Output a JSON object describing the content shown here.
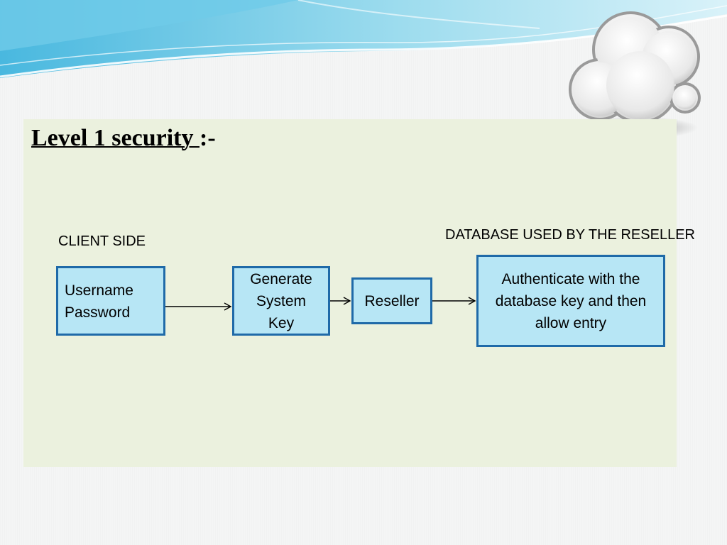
{
  "title": {
    "main": "Level 1 security ",
    "suffix": ":-"
  },
  "labels": {
    "client_side": "CLIENT SIDE",
    "database": "DATABASE USED BY THE RESELLER"
  },
  "nodes": {
    "credentials": {
      "lines": [
        "Username",
        "Password"
      ]
    },
    "generate_key": {
      "lines": [
        "Generate",
        "System",
        "Key"
      ]
    },
    "reseller": {
      "lines": [
        "Reseller"
      ]
    },
    "authenticate": {
      "lines": [
        "Authenticate with the",
        "database key and then",
        "allow entry"
      ]
    }
  },
  "colors": {
    "box_fill": "#b7e6f5",
    "box_border": "#1f6aa8",
    "panel": "#ebf1de",
    "wave_blue": "#5bc4e4"
  },
  "icons": [
    "cloud-icon",
    "wave-decoration"
  ]
}
